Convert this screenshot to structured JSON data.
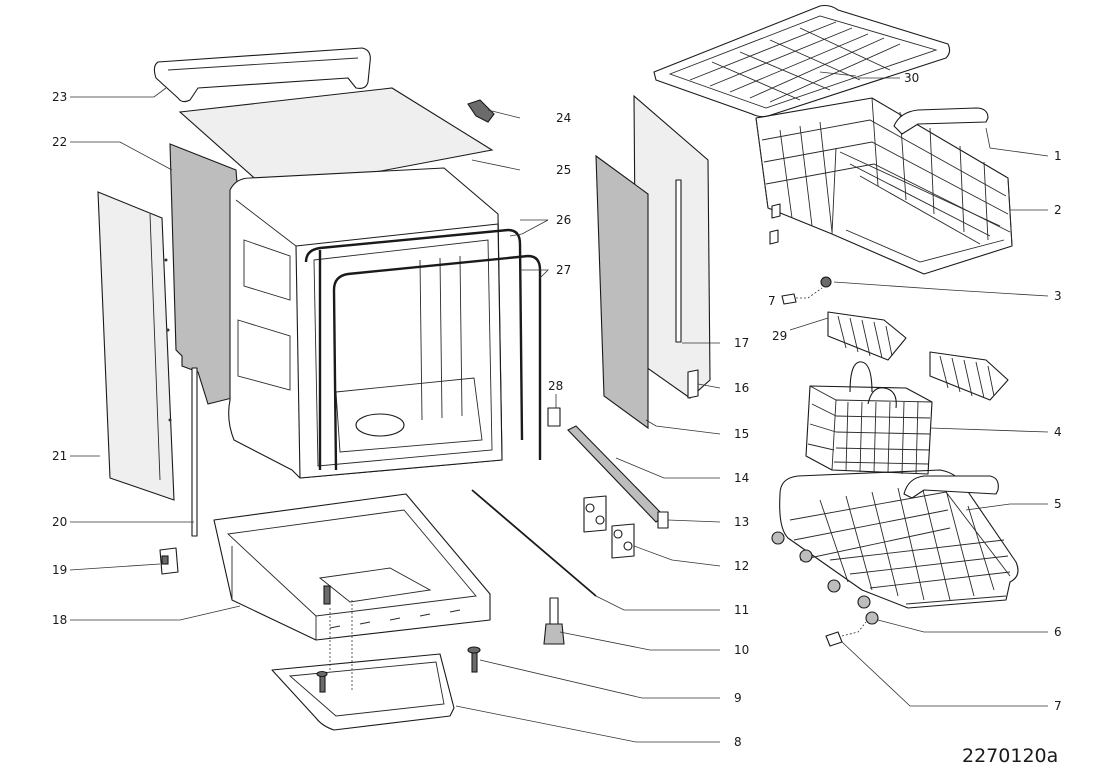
{
  "diagram_ref": "2270120a",
  "callouts": {
    "c1": "1",
    "c2": "2",
    "c3": "3",
    "c4": "4",
    "c5": "5",
    "c6": "6",
    "c7a": "7",
    "c7b": "7",
    "c8": "8",
    "c9": "9",
    "c10": "10",
    "c11": "11",
    "c12": "12",
    "c13": "13",
    "c14": "14",
    "c15": "15",
    "c16": "16",
    "c17": "17",
    "c18": "18",
    "c19": "19",
    "c20": "20",
    "c21": "21",
    "c22": "22",
    "c23": "23",
    "c24": "24",
    "c25": "25",
    "c26": "26",
    "c27": "27",
    "c28": "28",
    "c29": "29",
    "c30": "30"
  }
}
